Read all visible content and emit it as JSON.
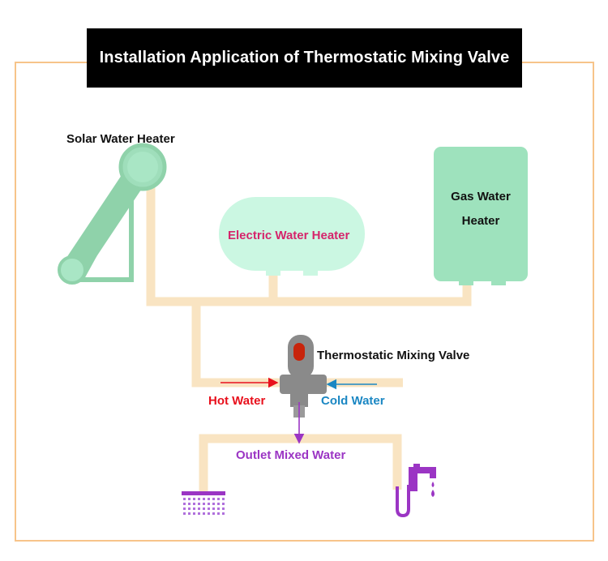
{
  "title": "Installation Application of Thermostatic Mixing Valve",
  "components": {
    "solar_heater": {
      "label": "Solar Water Heater"
    },
    "electric_heater": {
      "label": "Electric Water Heater"
    },
    "gas_heater": {
      "label_line1": "Gas Water",
      "label_line2": "Heater"
    },
    "mixing_valve": {
      "label": "Thermostatic Mixing Valve"
    }
  },
  "flows": {
    "hot_water": "Hot Water",
    "cold_water": "Cold Water",
    "outlet": "Outlet Mixed Water"
  },
  "colors": {
    "frame": "#f7c48a",
    "pipe": "#f9e4c2",
    "solar_green": "#8fd2aa",
    "tank_mint": "#cbf7e2",
    "gas_green": "#9ee2bd",
    "hot": "#e8101c",
    "cold": "#1b87c3",
    "outlet": "#9b35c4",
    "electric_text": "#d6246b",
    "valve_gray": "#8a8a8a",
    "valve_red": "#c8240b"
  },
  "icons": [
    "shower-head-icon",
    "faucet-icon"
  ]
}
